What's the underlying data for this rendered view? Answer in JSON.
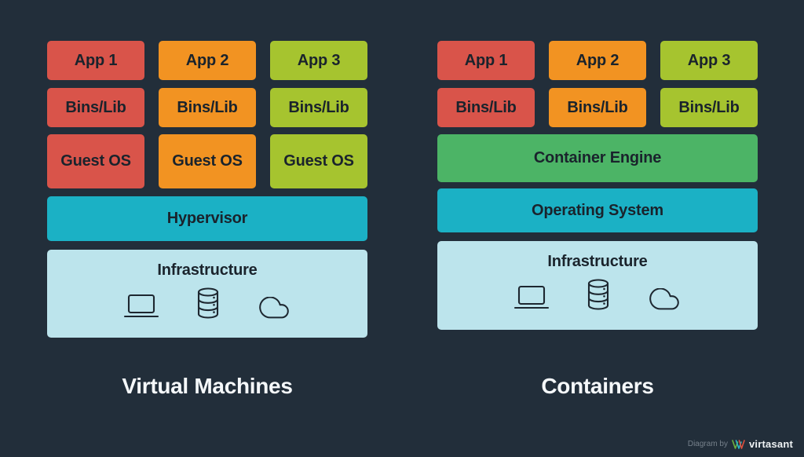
{
  "palette": {
    "background": "#222e3a",
    "app_red": "#d9544a",
    "app_orange": "#f29322",
    "app_lime": "#a6c42f",
    "engine_green": "#4cb466",
    "bar_teal": "#1bb1c5",
    "infra_lightblue": "#bce4ec",
    "block_text": "#1a232c",
    "title_text": "#f5f8fa",
    "credit_text": "#76818b"
  },
  "vm": {
    "title": "Virtual Machines",
    "apps": [
      "App 1",
      "App 2",
      "App 3"
    ],
    "bins": [
      "Bins/Lib",
      "Bins/Lib",
      "Bins/Lib"
    ],
    "guest_os": [
      "Guest OS",
      "Guest OS",
      "Guest OS"
    ],
    "hypervisor": "Hypervisor",
    "infrastructure": "Infrastructure"
  },
  "containers": {
    "title": "Containers",
    "apps": [
      "App 1",
      "App 2",
      "App 3"
    ],
    "bins": [
      "Bins/Lib",
      "Bins/Lib",
      "Bins/Lib"
    ],
    "container_engine": "Container Engine",
    "operating_system": "Operating System",
    "infrastructure": "Infrastructure"
  },
  "icons": [
    "laptop-icon",
    "database-icon",
    "cloud-icon",
    "virtasant-logo-icon"
  ],
  "footer": {
    "prefix": "Diagram by",
    "brand": "virtasant"
  }
}
